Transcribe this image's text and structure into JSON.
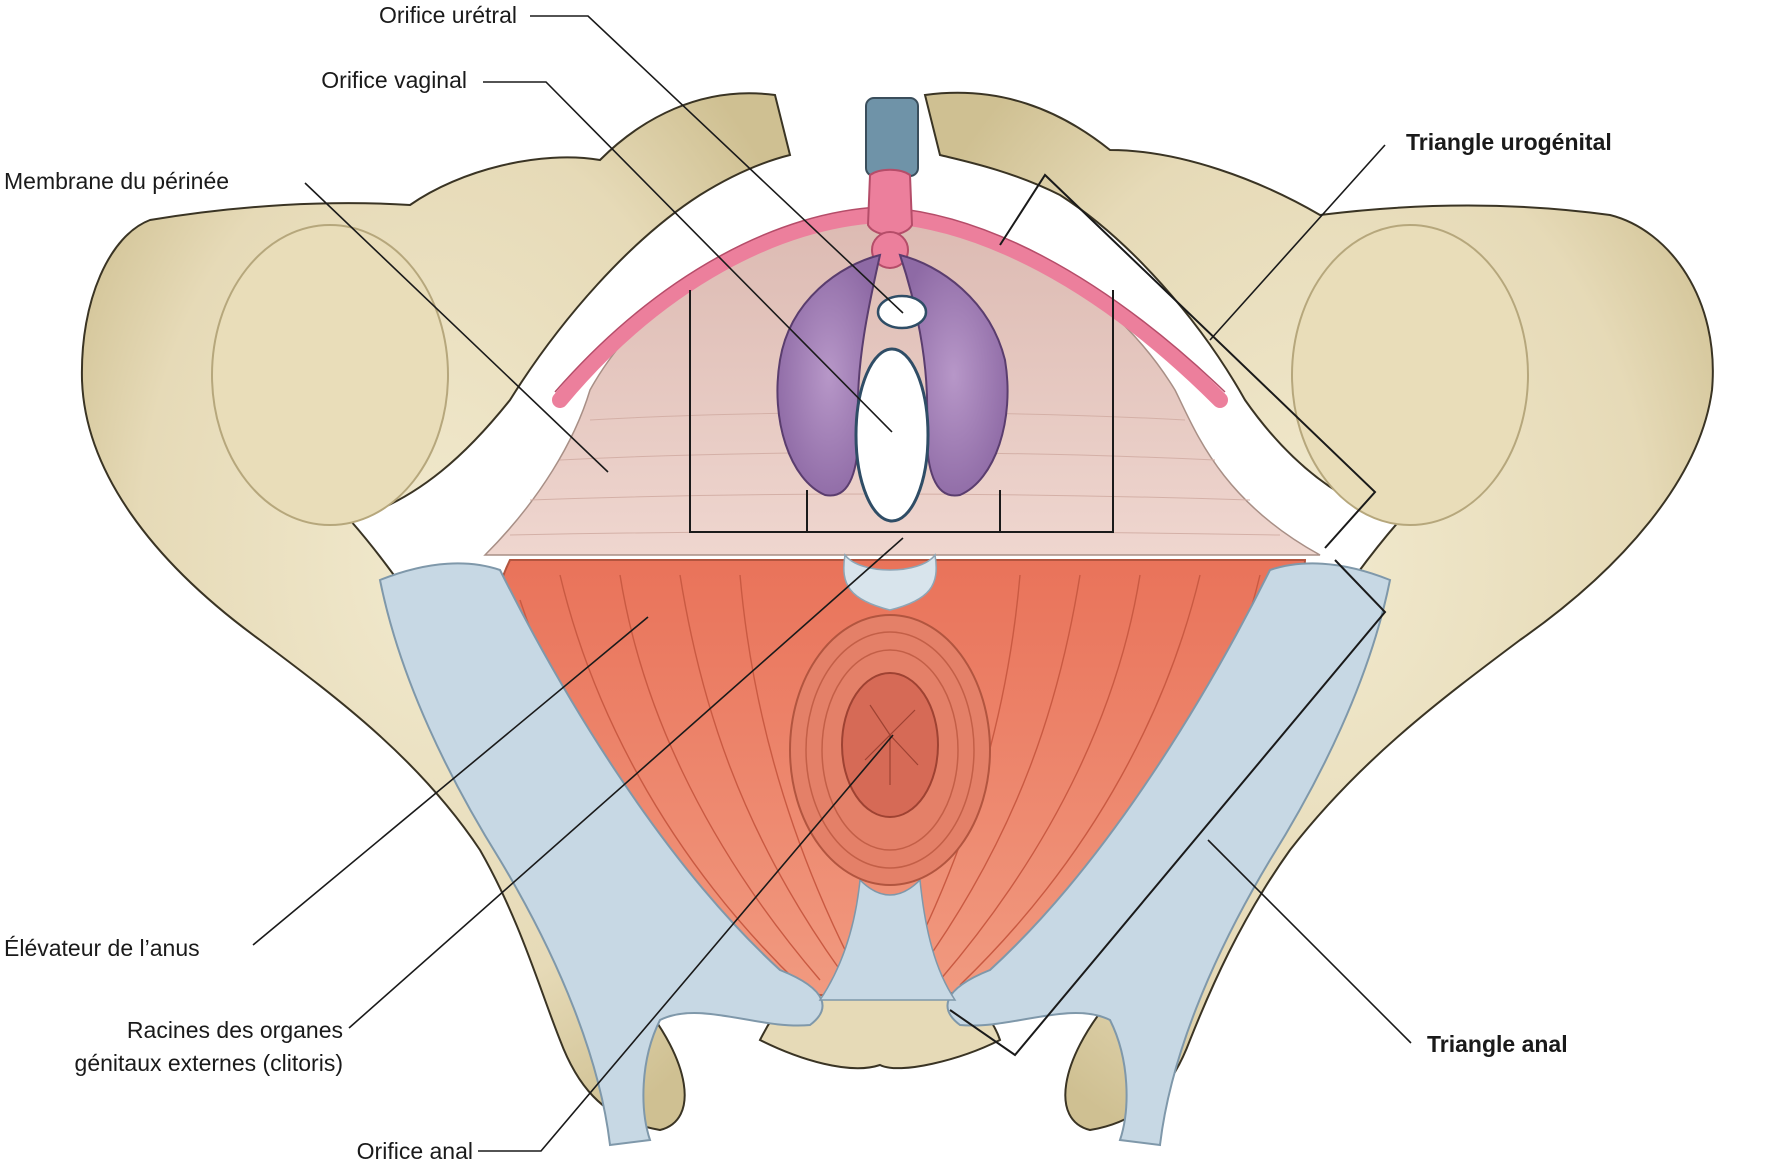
{
  "labels": {
    "orifice_uretral": "Orifice urétral",
    "orifice_vaginal": "Orifice vaginal",
    "membrane_perinee": "Membrane du périnée",
    "triangle_urogenital": "Triangle urogénital",
    "elevateur_anus": "Élévateur de l’anus",
    "racines_line1": "Racines des organes",
    "racines_line2": "génitaux externes (clitoris)",
    "triangle_anal": "Triangle anal",
    "orifice_anal": "Orifice anal"
  },
  "colors": {
    "bone": "#e9dfbf",
    "bone_shadow": "#cdbf92",
    "membrane": "#e7c9c3",
    "symphysis": "#6f93a8",
    "ischiopubic_ramus": "#ec7f9c",
    "clitoris_roots": "#a57fb8",
    "levator_ani": "#ec8d72",
    "sphincter": "#e48068",
    "ligament": "#c7d8e4",
    "leader_line": "#1a1a1a"
  }
}
